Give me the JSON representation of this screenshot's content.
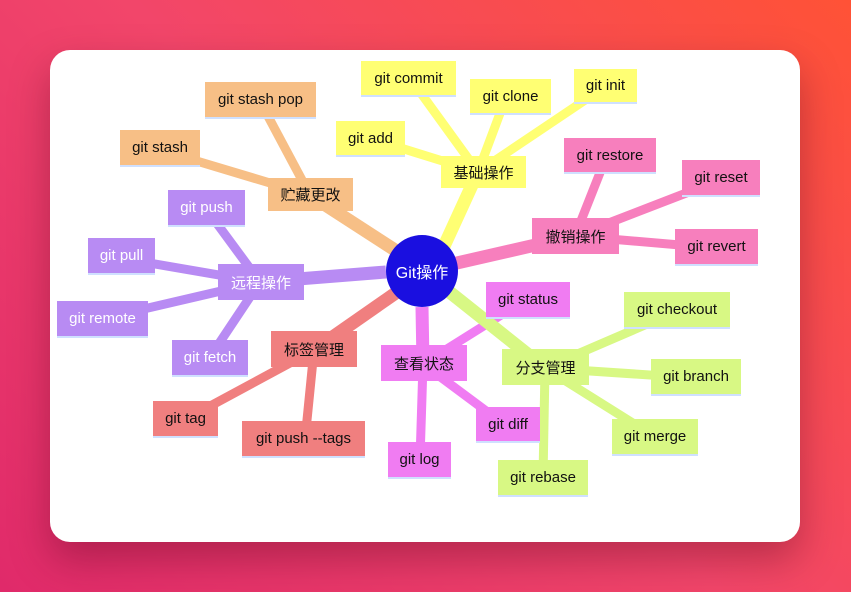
{
  "root": {
    "label": "Git操作",
    "color": "#1a0fe0"
  },
  "branches": {
    "basic": {
      "label": "基础操作",
      "color": "#ffff73",
      "items": [
        "git commit",
        "git clone",
        "git init",
        "git add"
      ]
    },
    "undo": {
      "label": "撤销操作",
      "color": "#f77fbd",
      "items": [
        "git restore",
        "git reset",
        "git revert"
      ]
    },
    "stash": {
      "label": "贮藏更改",
      "color": "#f7bf86",
      "items": [
        "git stash pop",
        "git stash"
      ]
    },
    "remote": {
      "label": "远程操作",
      "color": "#b88bf3",
      "items": [
        "git push",
        "git pull",
        "git remote",
        "git fetch"
      ]
    },
    "tag": {
      "label": "标签管理",
      "color": "#f07f7f",
      "items": [
        "git tag",
        "git push --tags"
      ]
    },
    "status": {
      "label": "查看状态",
      "color": "#f07cf2",
      "items": [
        "git status",
        "git diff",
        "git log"
      ]
    },
    "branch": {
      "label": "分支管理",
      "color": "#d8f884",
      "items": [
        "git checkout",
        "git branch",
        "git merge",
        "git rebase"
      ]
    }
  }
}
